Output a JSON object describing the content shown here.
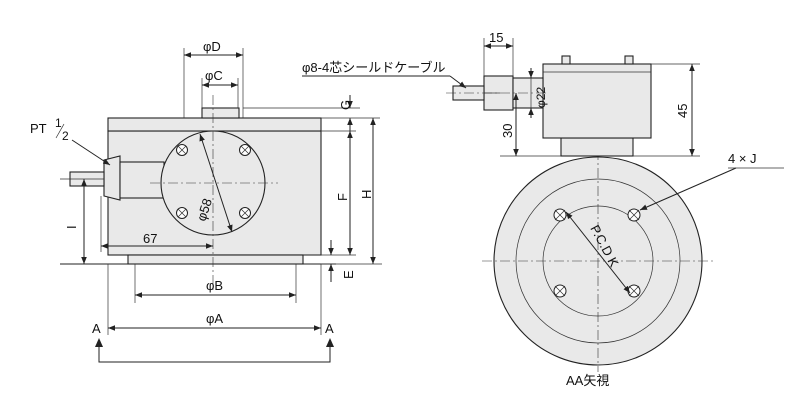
{
  "front_view": {
    "dim_d": "φD",
    "dim_c": "φC",
    "dim_g": "G",
    "dim_f": "F",
    "dim_h": "H",
    "dim_e": "E",
    "dim_i": "I",
    "dim_58": "φ58",
    "dim_67": "67",
    "dim_b": "φB",
    "dim_a": "φA",
    "section_mark": "A",
    "pt_label": "PT",
    "pt_num": "1",
    "pt_den": "2"
  },
  "side_view": {
    "dim_15": "15",
    "cable_label": "φ8-4芯シールドケーブル",
    "dim_22": "φ22",
    "dim_30": "30",
    "dim_45": "45",
    "holes_label": "4 × J",
    "pcd_label": "P.C.D K",
    "view_label": "AA矢視"
  },
  "colors": {
    "body_fill": "#e9e9e9",
    "line": "#222222"
  }
}
